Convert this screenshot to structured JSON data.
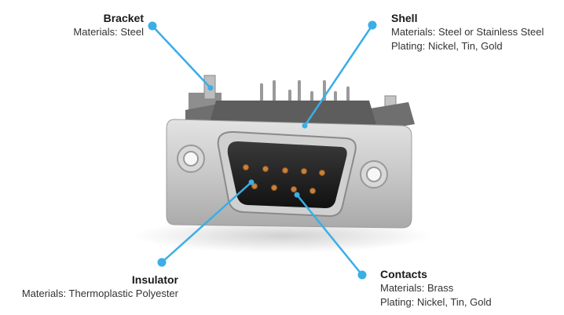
{
  "callouts": {
    "bracket": {
      "title": "Bracket",
      "lines": [
        "Materials: Steel"
      ]
    },
    "shell": {
      "title": "Shell",
      "lines": [
        "Materials: Steel or Stainless Steel",
        "Plating: Nickel, Tin, Gold"
      ]
    },
    "insulator": {
      "title": "Insulator",
      "lines": [
        "Materials: Thermoplastic Polyester"
      ]
    },
    "contacts": {
      "title": "Contacts",
      "lines": [
        "Materials: Brass",
        "Plating: Nickel, Tin, Gold"
      ]
    }
  },
  "colors": {
    "leader": "#3aaee6",
    "shell": "#c9c9c9",
    "insulator": "#1c1c1c",
    "pin": "#c8823c"
  }
}
